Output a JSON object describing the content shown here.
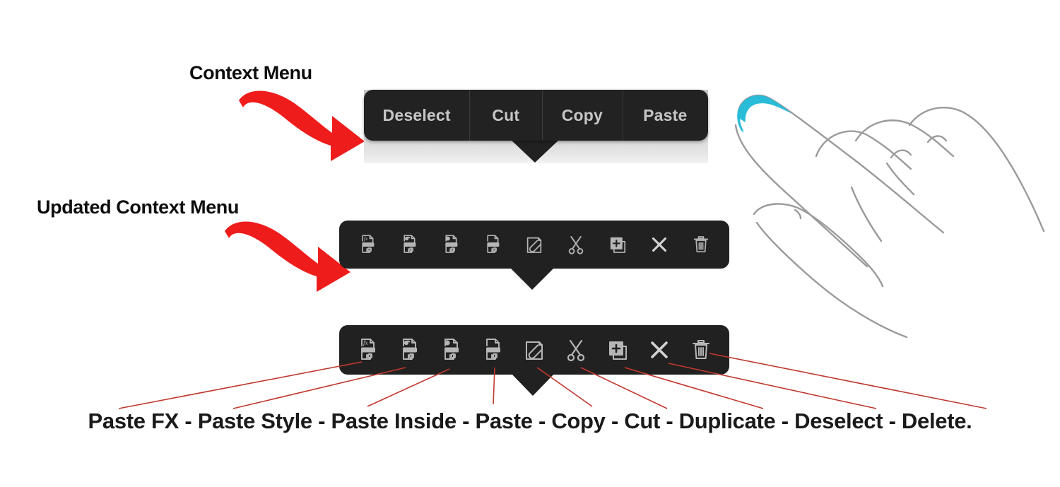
{
  "annotations": {
    "context_menu_label": "Context Menu",
    "updated_context_menu_label": "Updated Context Menu",
    "arrow_color": "#ef1c1c",
    "leader_line_color": "#c0392f"
  },
  "text_menu": {
    "background_color": "#222222",
    "text_color": "#c6c6c6",
    "items": [
      {
        "key": "deselect",
        "label": "Deselect"
      },
      {
        "key": "cut",
        "label": "Cut"
      },
      {
        "key": "copy",
        "label": "Copy"
      },
      {
        "key": "paste",
        "label": "Paste"
      }
    ]
  },
  "icon_menu": {
    "background_color": "#212121",
    "icon_color": "#b6b6b6",
    "items": [
      {
        "key": "paste-fx",
        "label": "Paste FX",
        "icon": "paste-fx-icon"
      },
      {
        "key": "paste-style",
        "label": "Paste Style",
        "icon": "paste-style-icon"
      },
      {
        "key": "paste-inside",
        "label": "Paste Inside",
        "icon": "paste-inside-icon"
      },
      {
        "key": "paste",
        "label": "Paste",
        "icon": "paste-icon"
      },
      {
        "key": "copy",
        "label": "Copy",
        "icon": "copy-paperclip-icon"
      },
      {
        "key": "cut",
        "label": "Cut",
        "icon": "scissors-icon"
      },
      {
        "key": "duplicate",
        "label": "Duplicate",
        "icon": "duplicate-plus-icon"
      },
      {
        "key": "deselect",
        "label": "Deselect",
        "icon": "close-x-icon"
      },
      {
        "key": "delete",
        "label": "Delete",
        "icon": "trash-icon"
      }
    ]
  },
  "caption": {
    "text": "Paste FX  -  Paste Style  -  Paste Inside  -  Paste  -  Copy  -  Cut  -  Duplicate  -  Deselect  -  Delete."
  },
  "hand": {
    "name": "pointing-hand-illustration",
    "fingertip_highlight_color": "#29bcd8",
    "outline_color": "#9a9a9a"
  }
}
